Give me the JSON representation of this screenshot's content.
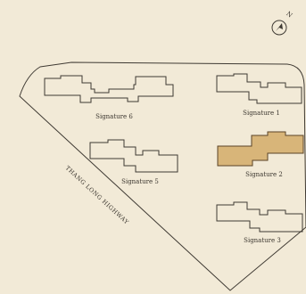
{
  "map": {
    "compass": {
      "label": "N",
      "icon": "north-arrow-icon"
    },
    "road_label": "THANG LONG HIGHWAY",
    "buildings": [
      {
        "id": "signature-6",
        "label": "Signature 6",
        "selected": false
      },
      {
        "id": "signature-1",
        "label": "Signature 1",
        "selected": false
      },
      {
        "id": "signature-5",
        "label": "Signature 5",
        "selected": false
      },
      {
        "id": "signature-2",
        "label": "Signature 2",
        "selected": true
      },
      {
        "id": "signature-3",
        "label": "Signature 3",
        "selected": false
      }
    ],
    "colors": {
      "background": "#f2ead7",
      "selected_fill": "#d8b579",
      "outline": "#3f3a33"
    }
  }
}
